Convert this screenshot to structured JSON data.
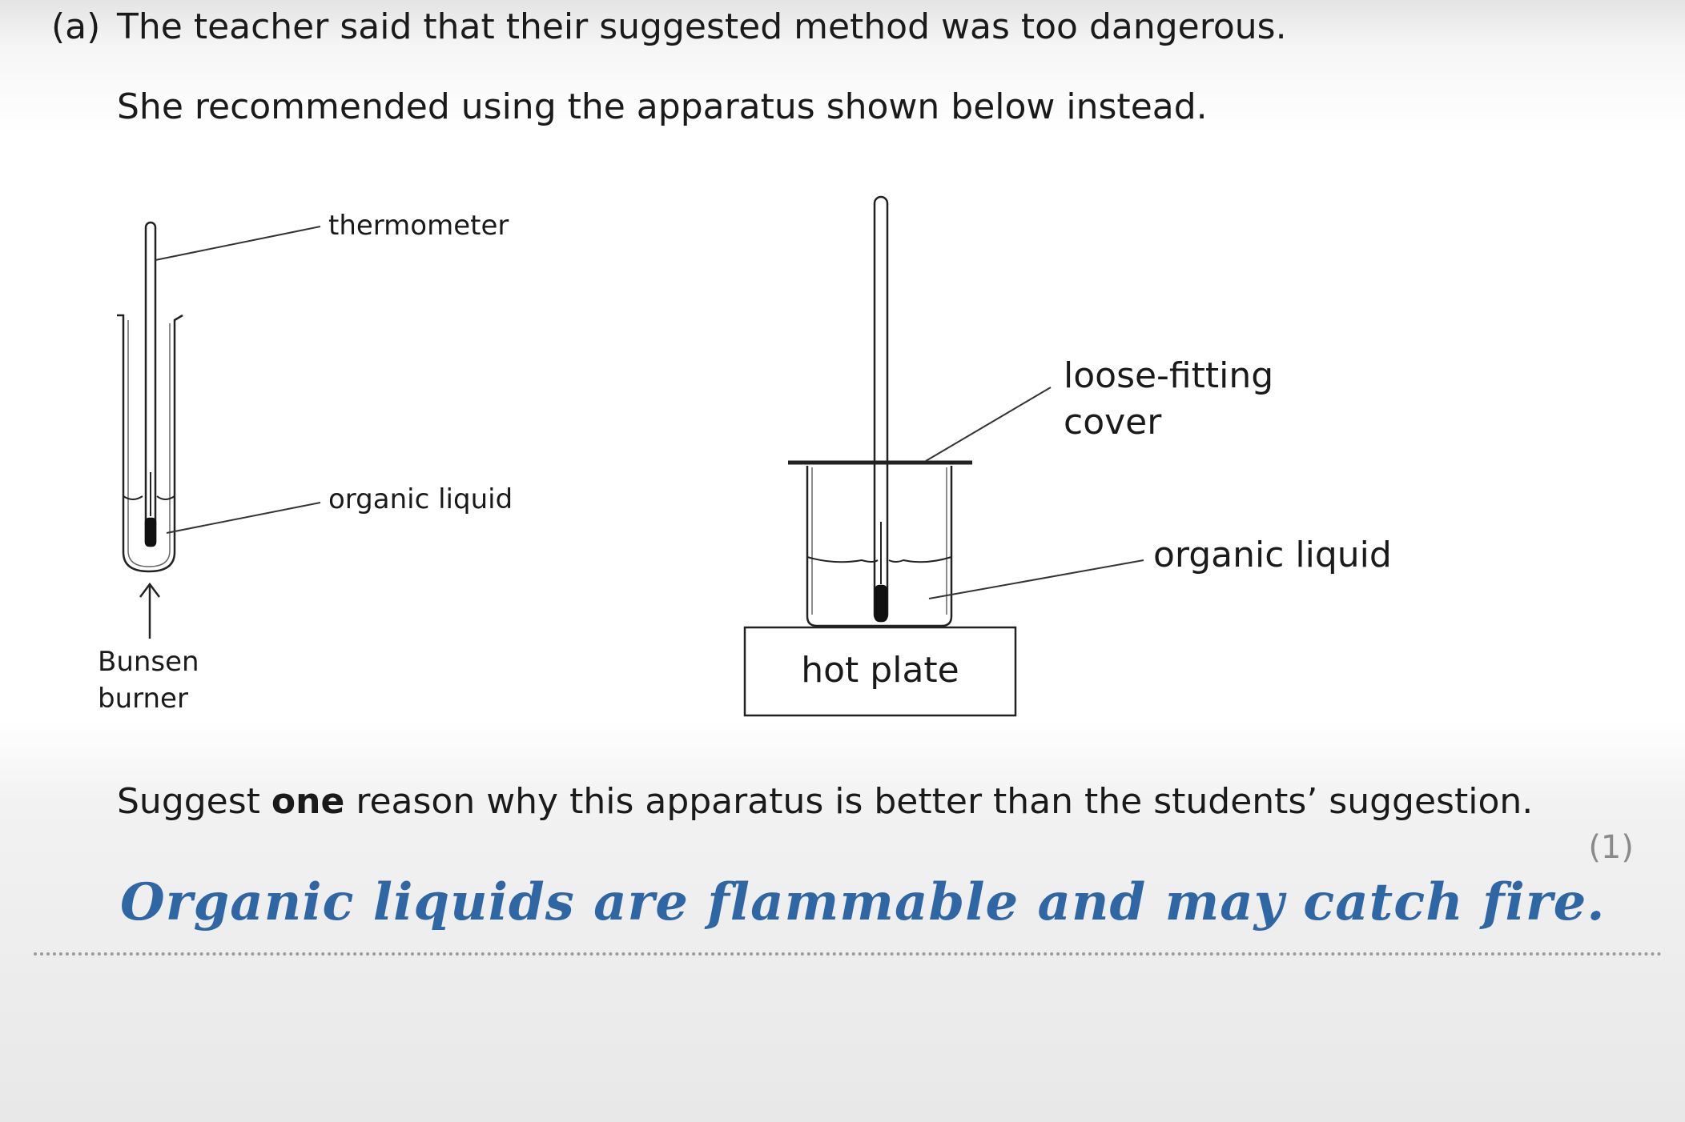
{
  "question": {
    "label": "(a)",
    "line1": "The teacher said that their suggested method was too dangerous.",
    "line2": "She recommended using the apparatus shown below instead.",
    "prompt_before": "Suggest ",
    "prompt_bold": "one",
    "prompt_after": " reason why this apparatus is better than the students’ suggestion.",
    "marks": "(1)"
  },
  "diagram_left": {
    "thermometer": "thermometer",
    "organic_liquid": "organic liquid",
    "bunsen_line1": "Bunsen",
    "bunsen_line2": "burner"
  },
  "diagram_right": {
    "cover_line1": "loose-fitting",
    "cover_line2": "cover",
    "organic_liquid": "organic liquid",
    "hot_plate": "hot plate"
  },
  "answer": "Organic liquids are flammable and may catch fire."
}
